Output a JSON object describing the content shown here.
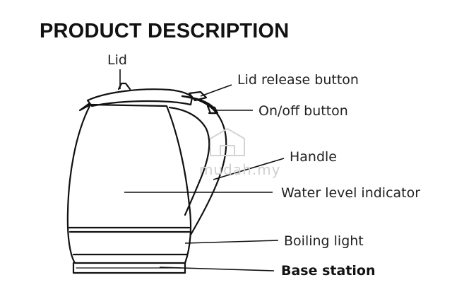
{
  "title": "PRODUCT DESCRIPTION",
  "watermark": "mudah.my",
  "labels": {
    "lid": "Lid",
    "lid_release_button": "Lid release button",
    "on_off_button": "On/off button",
    "handle": "Handle",
    "water_level_indicator": "Water level indicator",
    "boiling_light": "Boiling light",
    "base_station": "Base station"
  },
  "icons": [
    "kettle-outline-icon",
    "watermark-logo-icon"
  ]
}
